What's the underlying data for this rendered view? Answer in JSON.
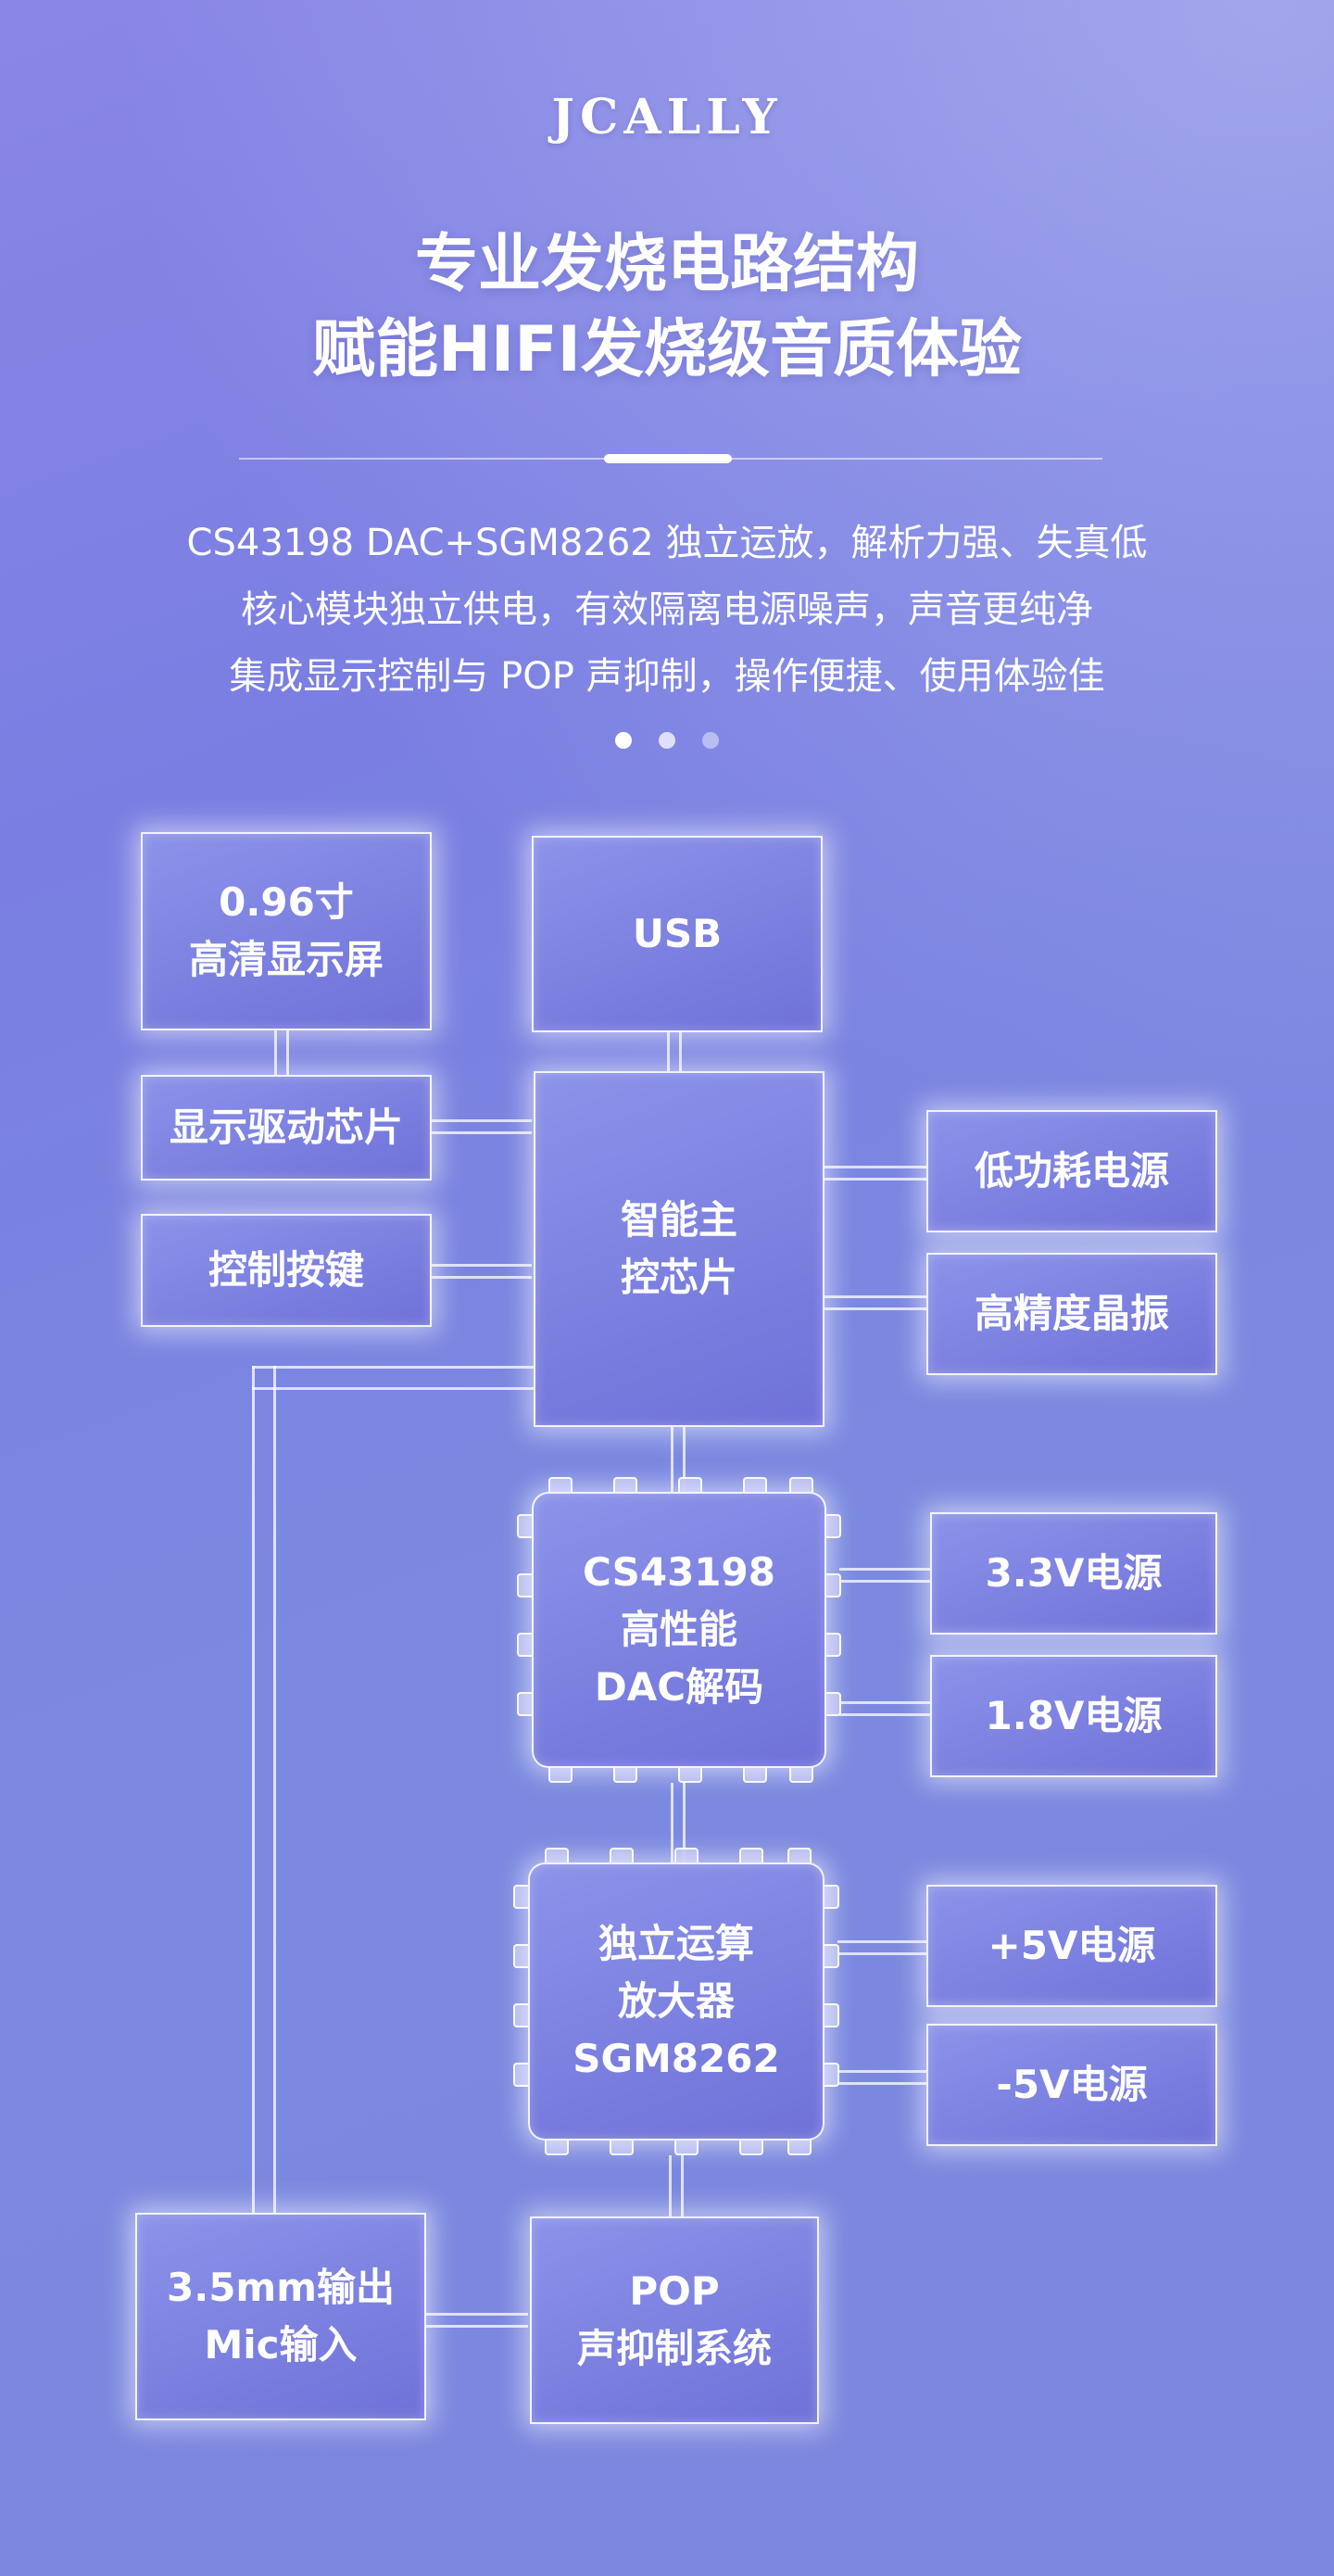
{
  "brand": {
    "logo": "JCALLY"
  },
  "headline": {
    "line1": "专业发烧电路结构",
    "line2": "赋能HIFI发烧级音质体验"
  },
  "description": {
    "line1": "CS43198 DAC+SGM8262 独立运放，解析力强、失真低",
    "line2": "核心模块独立供电，有效隔离电源噪声，声音更纯净",
    "line3": "集成显示控制与 POP 声抑制，操作便捷、使用体验佳"
  },
  "carousel": {
    "total": 3,
    "active": 1
  },
  "diagram": {
    "display": "0.96寸\n高清显示屏",
    "usb": "USB",
    "display_driver": "显示驱动芯片",
    "main_chip": "智能主\n控芯片",
    "control_keys": "控制按键",
    "low_power": "低功耗电源",
    "crystal": "高精度晶振",
    "dac": "CS43198\n高性能\nDAC解码",
    "power_33": "3.3V电源",
    "power_18": "1.8V电源",
    "opamp": "独立运算\n放大器\nSGM8262",
    "power_p5": "+5V电源",
    "power_n5": "-5V电源",
    "output": "3.5mm输出\nMic输入",
    "pop": "POP\n声抑制系统"
  }
}
